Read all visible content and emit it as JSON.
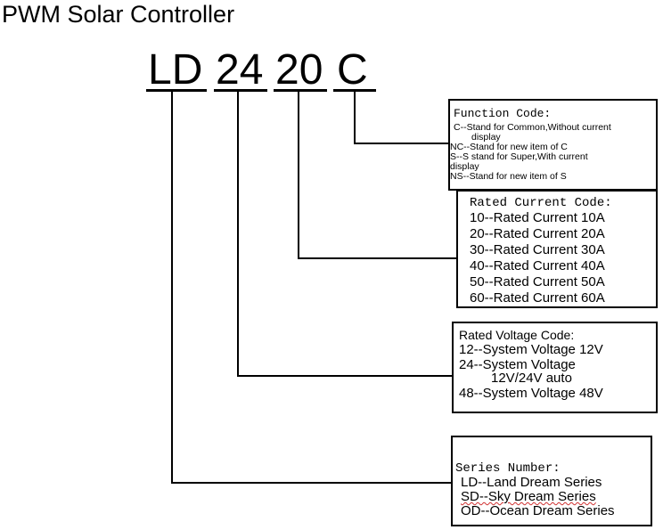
{
  "title": "PWM Solar Controller",
  "model": {
    "segments": [
      {
        "id": "series",
        "text": "LD"
      },
      {
        "id": "voltage",
        "text": "24"
      },
      {
        "id": "current",
        "text": "20"
      },
      {
        "id": "function",
        "text": "C"
      }
    ]
  },
  "boxes": {
    "function": {
      "header": "Function Code:",
      "lines": [
        "C--Stand for Common,Without current",
        "display",
        "NC--Stand for new item of C",
        "S--S stand for Super,With current",
        "display",
        "NS--Stand for new item of S"
      ]
    },
    "current": {
      "header": "Rated Current Code:",
      "lines": [
        "10--Rated Current 10A",
        "20--Rated Current 20A",
        "30--Rated Current 30A",
        "40--Rated Current 40A",
        "50--Rated Current 50A",
        "60--Rated Current 60A"
      ]
    },
    "voltage": {
      "header": "Rated Voltage Code:",
      "lines": [
        "12--System Voltage 12V",
        "24--System Voltage",
        "12V/24V auto",
        "48--System Voltage 48V"
      ]
    },
    "series": {
      "header": "Series Number:",
      "lines": [
        "LD--Land Dream Series",
        "SD--Sky Dream Series",
        "OD--Ocean Dream Series"
      ]
    }
  },
  "colors": {
    "line": "#000000",
    "spellcheck": "#d03030"
  }
}
